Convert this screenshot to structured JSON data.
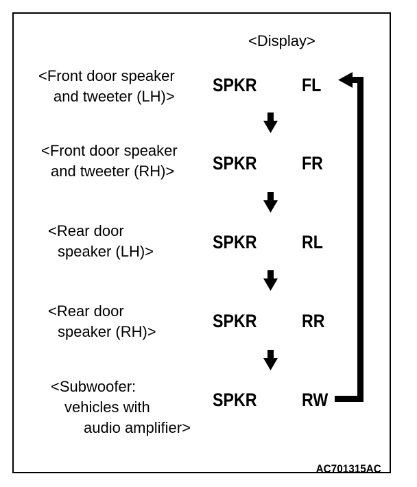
{
  "display_header": "<Display>",
  "items": [
    {
      "label_lines": [
        "<Front door speaker",
        "and tweeter (LH)>"
      ],
      "display": [
        "SPKR",
        "FL"
      ]
    },
    {
      "label_lines": [
        "<Front door speaker",
        "and tweeter (RH)>"
      ],
      "display": [
        "SPKR",
        "FR"
      ]
    },
    {
      "label_lines": [
        "<Rear door",
        "speaker (LH)>"
      ],
      "display": [
        "SPKR",
        "RL"
      ]
    },
    {
      "label_lines": [
        "<Rear door",
        "speaker (RH)>"
      ],
      "display": [
        "SPKR",
        "RR"
      ]
    },
    {
      "label_lines": [
        "<Subwoofer:",
        "vehicles with",
        "audio amplifier>"
      ],
      "display": [
        "SPKR",
        "RW"
      ]
    }
  ],
  "figure_id": "AC701315AC"
}
